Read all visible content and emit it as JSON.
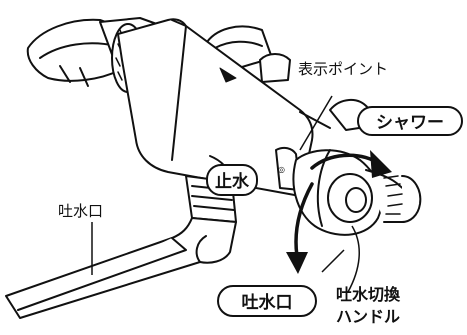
{
  "labels": {
    "display_point": "表示ポイント",
    "shower": "シャワー",
    "stop_water": "止水",
    "spout": "吐水口",
    "spout_pill": "吐水口",
    "switch_handle_line1": "吐水切換",
    "switch_handle_line2": "ハンドル"
  },
  "colors": {
    "line": "#111111",
    "body_fill": "#ffffff"
  }
}
